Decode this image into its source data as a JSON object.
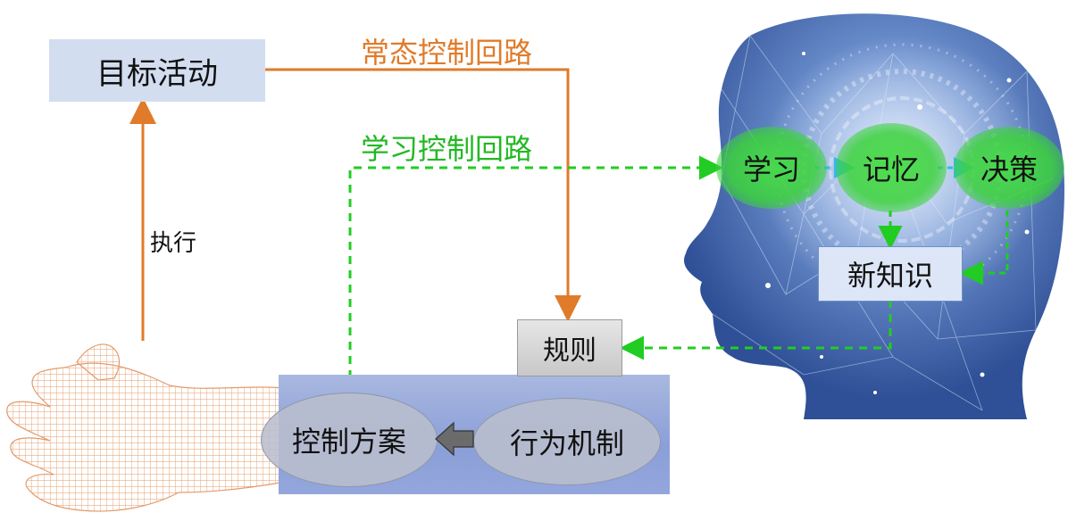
{
  "nodes": {
    "target": "目标活动",
    "execute": "执行",
    "rule": "规则",
    "scheme": "控制方案",
    "mechanism": "行为机制",
    "learn": "学习",
    "memory": "记忆",
    "decision": "决策",
    "new_knowledge": "新知识"
  },
  "loops": {
    "normal": "常态控制回路",
    "learning": "学习控制回路"
  },
  "colors": {
    "normal_loop": "#e07b2a",
    "learning_loop": "#22cc22",
    "head": "#3a5fa8",
    "hand": "#e8a77a"
  },
  "icons": {
    "head": "human-head-brain-icon",
    "hand": "wireframe-hand-icon"
  }
}
